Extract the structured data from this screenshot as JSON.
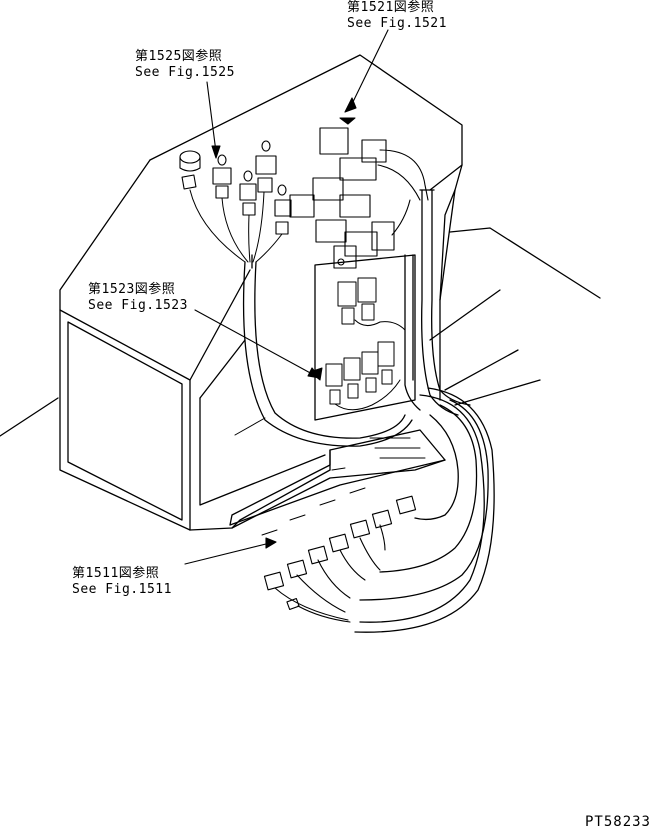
{
  "callouts": {
    "fig1521": {
      "jp": "第1521図参照",
      "en": "See Fig.1521"
    },
    "fig1525": {
      "jp": "第1525図参照",
      "en": "See Fig.1525"
    },
    "fig1523": {
      "jp": "第1523図参照",
      "en": "See Fig.1523"
    },
    "fig1511": {
      "jp": "第1511図参照",
      "en": "See Fig.1511"
    }
  },
  "drawing_code": "PT58233"
}
